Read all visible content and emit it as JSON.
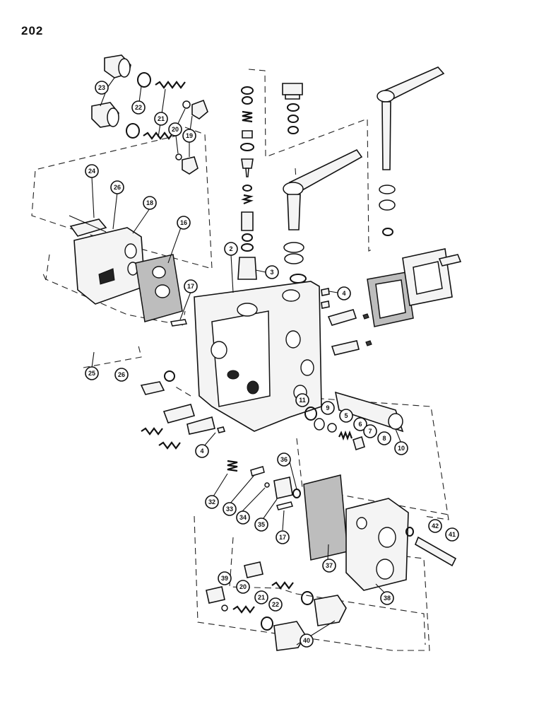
{
  "page": {
    "number": "202"
  },
  "callouts": [
    "23",
    "22",
    "21",
    "20",
    "19",
    "24",
    "26",
    "18",
    "16",
    "2",
    "3",
    "4",
    "17",
    "25",
    "26",
    "11",
    "9",
    "5",
    "6",
    "7",
    "8",
    "10",
    "4",
    "36",
    "32",
    "33",
    "34",
    "35",
    "17",
    "37",
    "42",
    "41",
    "38",
    "39",
    "20",
    "21",
    "22",
    "40"
  ]
}
